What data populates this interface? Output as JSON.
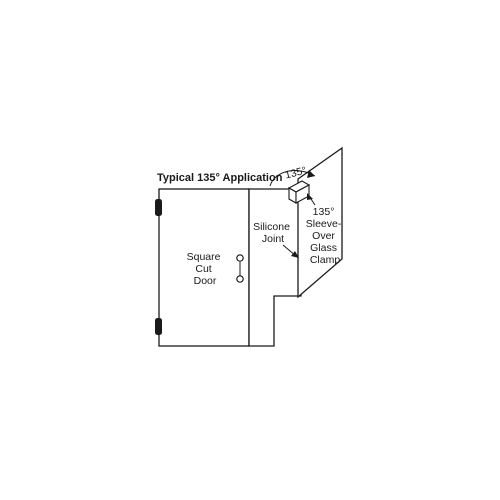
{
  "title": "Typical 135° Application",
  "angle_label": "135°",
  "door_label": [
    "Square",
    "Cut",
    "Door"
  ],
  "joint_label": [
    "Silicone",
    "Joint"
  ],
  "clamp_label": [
    "135°",
    "Sleeve-",
    "Over",
    "Glass",
    "Clamp"
  ],
  "colors": {
    "line": "#1a1a1a",
    "background": "#ffffff",
    "hinge": "#1a1a1a"
  }
}
